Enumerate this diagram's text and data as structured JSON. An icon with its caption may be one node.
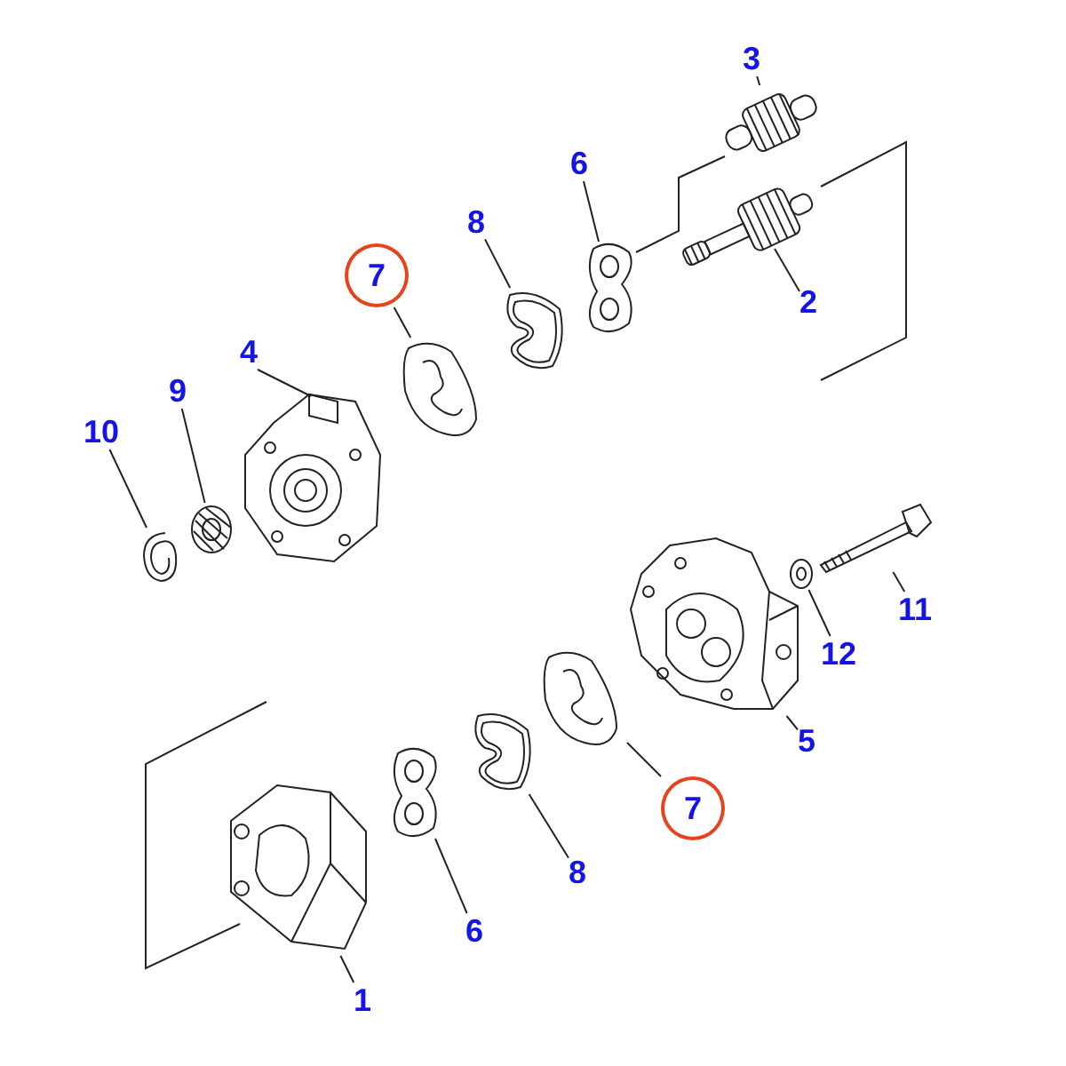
{
  "diagram": {
    "nodes": [
      {
        "text": [
          "3"
        ]
      },
      {
        "text": [
          "6"
        ]
      },
      {
        "text": [
          "8"
        ]
      },
      {
        "text": [
          "7"
        ]
      },
      {
        "text": [
          "2"
        ]
      },
      {
        "text": [
          "4"
        ]
      },
      {
        "text": [
          "9"
        ]
      },
      {
        "text": [
          "10"
        ]
      },
      {
        "text": [
          "11"
        ]
      },
      {
        "text": [
          "12"
        ]
      },
      {
        "text": [
          "5"
        ]
      },
      {
        "text": [
          "7"
        ]
      },
      {
        "text": [
          "8"
        ]
      },
      {
        "text": [
          "6"
        ]
      },
      {
        "text": [
          "1"
        ]
      },
      {
        "text": [],
        "shape": "picture"
      },
      {
        "text": [],
        "shape": "picture"
      },
      {
        "text": [],
        "shape": "picture"
      },
      {
        "text": [],
        "shape": "picture"
      },
      {
        "text": [],
        "shape": "picture"
      },
      {
        "text": [],
        "shape": "picture"
      },
      {
        "text": [],
        "shape": "picture"
      },
      {
        "text": [],
        "shape": "picture"
      },
      {
        "text": [],
        "shape": "picture"
      },
      {
        "text": [],
        "shape": "picture"
      },
      {
        "text": [],
        "shape": "picture"
      },
      {
        "text": [],
        "shape": "picture"
      },
      {
        "text": [],
        "shape": "picture"
      },
      {
        "text": [],
        "shape": "picture"
      },
      {
        "text": [],
        "shape": "picture"
      }
    ],
    "edges": [
      {
        "from": 0,
        "to": 15,
        "arrow": "none"
      },
      {
        "from": 1,
        "to": 17,
        "arrow": "none"
      },
      {
        "from": 2,
        "to": 18,
        "arrow": "none"
      },
      {
        "from": 3,
        "to": 19,
        "arrow": "none"
      },
      {
        "from": 4,
        "to": 16,
        "arrow": "none"
      },
      {
        "from": 5,
        "to": 20,
        "arrow": "none"
      },
      {
        "from": 6,
        "to": 21,
        "arrow": "none"
      },
      {
        "from": 7,
        "to": 22,
        "arrow": "none"
      },
      {
        "from": 8,
        "to": 23,
        "arrow": "none"
      },
      {
        "from": 9,
        "to": 24,
        "arrow": "none"
      },
      {
        "from": 10,
        "to": 25,
        "arrow": "none"
      },
      {
        "from": 11,
        "to": 26,
        "arrow": "none"
      },
      {
        "from": 12,
        "to": 27,
        "arrow": "none"
      },
      {
        "from": 13,
        "to": 28,
        "arrow": "none"
      },
      {
        "from": 14,
        "to": 29,
        "arrow": "none"
      }
    ]
  }
}
